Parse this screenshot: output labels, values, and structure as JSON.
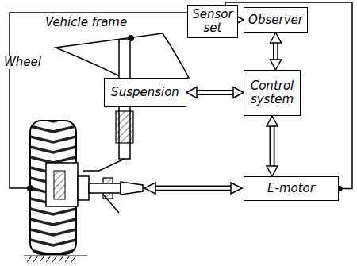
{
  "diagram": {
    "nodes": [
      {
        "text": [
          "Sensor set"
        ]
      },
      {
        "text": [
          "Observer"
        ]
      },
      {
        "text": [
          "Suspension"
        ]
      },
      {
        "text": [
          "Control system"
        ]
      },
      {
        "text": [
          "E-motor"
        ]
      }
    ],
    "edges": [
      {
        "from": 0,
        "to": 1,
        "arrow": "to"
      },
      {
        "from": 1,
        "to": 3,
        "arrow": "both"
      },
      {
        "from": 2,
        "to": 3,
        "arrow": "both"
      },
      {
        "from": 3,
        "to": 4,
        "arrow": "both"
      },
      {
        "from": 0,
        "to": 4,
        "arrow": "none"
      }
    ],
    "labels": [
      "Vehicle frame",
      "Wheel"
    ]
  }
}
